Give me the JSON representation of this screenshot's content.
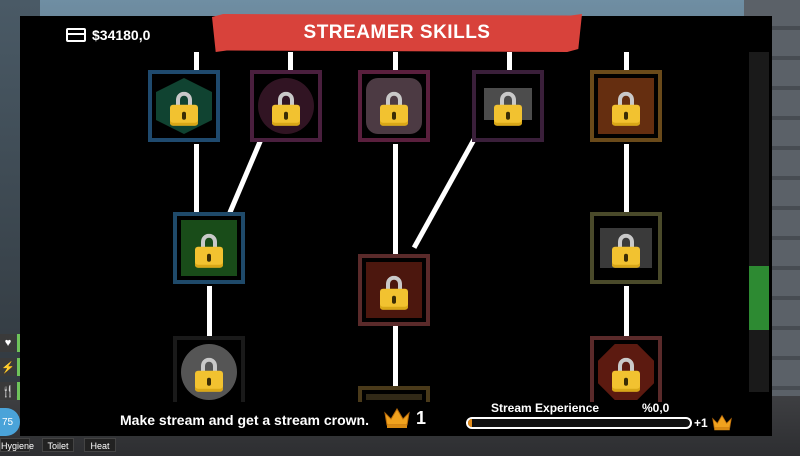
{
  "money": "$34180,0",
  "title": "STREAMER SKILLS",
  "mission": {
    "text": "Make stream and get a stream crown.",
    "crown_count": "1"
  },
  "stream_experience": {
    "label": "Stream Experience",
    "percent_text": "%0,0",
    "progress": 0.02,
    "reward": "+1"
  },
  "hud": {
    "avatar_value": "75",
    "needs": [
      "Hygiene",
      "Toilet",
      "Heat"
    ]
  },
  "colors": {
    "banner": "#d8423b",
    "xp_fill": "#e48d1c",
    "lock": "#f2c230",
    "scroll_thumb": "#2d8a32"
  },
  "skills": [
    {
      "id": "skill-1",
      "icon": "gamepad-hex-icon",
      "border": "#1f4a6e",
      "bg": "#1d5b6a",
      "state": "locked"
    },
    {
      "id": "skill-2",
      "icon": "lightning-phone-icon",
      "border": "#5a1f3e",
      "bg": "#6b2a4a",
      "state": "locked"
    },
    {
      "id": "skill-3",
      "icon": "mug-icon",
      "border": "#6a1f3d",
      "bg": "#7a3a4e",
      "state": "locked"
    },
    {
      "id": "skill-4",
      "icon": "monitor-icon",
      "border": "#4a1f4a",
      "bg": "#6a5a6a",
      "state": "locked"
    },
    {
      "id": "skill-5",
      "icon": "pizza-icon",
      "border": "#6a4a1a",
      "bg": "#8a4a1a",
      "state": "locked"
    },
    {
      "id": "skill-6",
      "icon": "green-device-icon",
      "border": "#1f4a6a",
      "bg": "#2e6a2e",
      "state": "locked"
    },
    {
      "id": "skill-7",
      "icon": "terminal-icon",
      "border": "#4a4a2a",
      "bg": "#5a5a3a",
      "state": "locked"
    },
    {
      "id": "skill-8",
      "icon": "head-icon",
      "border": "#5a2a2a",
      "bg": "#6a2418",
      "state": "locked"
    },
    {
      "id": "skill-9",
      "icon": "toilet-paper-icon",
      "border": "#2a2a2a",
      "bg": "#3a3a3a",
      "state": "locked"
    },
    {
      "id": "skill-10",
      "icon": "stop-hand-icon",
      "border": "#5a2a2a",
      "bg": "#7a2418",
      "state": "locked"
    },
    {
      "id": "skill-11",
      "icon": "partial-skill-icon",
      "border": "#4a3a1a",
      "bg": "#5a4a2a",
      "state": "locked"
    }
  ]
}
